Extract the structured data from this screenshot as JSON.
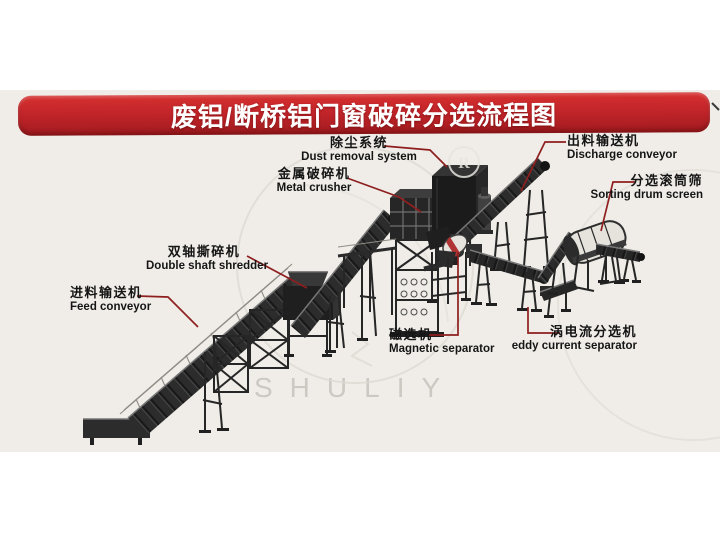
{
  "banner": {
    "title": "废铝/断桥铝门窗破碎分选流程图",
    "bg": "#c2252a",
    "text_color": "#ffffff"
  },
  "watermark": {
    "brand": "SHULIY",
    "registered_mark": "R"
  },
  "labels": {
    "dust_removal": {
      "zh": "除尘系统",
      "en": "Dust removal system"
    },
    "discharge_conveyor": {
      "zh": "出料输送机",
      "en": "Discharge conveyor"
    },
    "metal_crusher": {
      "zh": "金属破碎机",
      "en": "Metal crusher"
    },
    "sorting_drum_screen": {
      "zh": "分选滚筒筛",
      "en": "Sorting drum screen"
    },
    "double_shaft_shredder": {
      "zh": "双轴撕碎机",
      "en": "Double shaft shredder"
    },
    "feed_conveyor": {
      "zh": "进料输送机",
      "en": "Feed conveyor"
    },
    "magnetic_separator": {
      "zh": "磁选机",
      "en": "Magnetic separator"
    },
    "eddy_current_separator": {
      "zh": "涡电流分选机",
      "en": "eddy current separator"
    }
  },
  "colors": {
    "leader_line": "#8e1f1f",
    "machine_dark": "#242424",
    "machine_mid": "#3a3a3a",
    "drum_light": "#e6e3dd",
    "accent_red": "#b03434",
    "watermark_gray": "#ccc9c3",
    "banner_bg": "#c2252a"
  }
}
